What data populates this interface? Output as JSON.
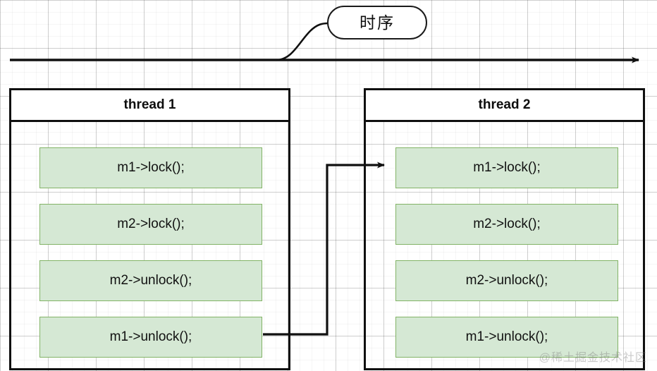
{
  "diagram": {
    "title_label": "时序",
    "timeline": {
      "name": "timeline-arrow",
      "direction": "left-to-right"
    },
    "threads": [
      {
        "id": "thread-1",
        "header": "thread 1",
        "steps": [
          "m1->lock();",
          "m2->lock();",
          "m2->unlock();",
          "m1->unlock();"
        ]
      },
      {
        "id": "thread-2",
        "header": "thread 2",
        "steps": [
          "m1->lock();",
          "m2->lock();",
          "m2->unlock();",
          "m1->unlock();"
        ]
      }
    ],
    "connector": {
      "name": "thread1-unlock-to-thread2-lock",
      "from": "thread 1 / m1->unlock();",
      "to": "thread 2 / m1->lock();"
    },
    "colors": {
      "box_fill": "#d5e8d4",
      "box_border": "#82b366",
      "line": "#101010",
      "grid_major": "#cccccc",
      "grid_minor": "#f2f2f2",
      "background": "#ffffff"
    },
    "watermark": "@稀土掘金技术社区"
  }
}
